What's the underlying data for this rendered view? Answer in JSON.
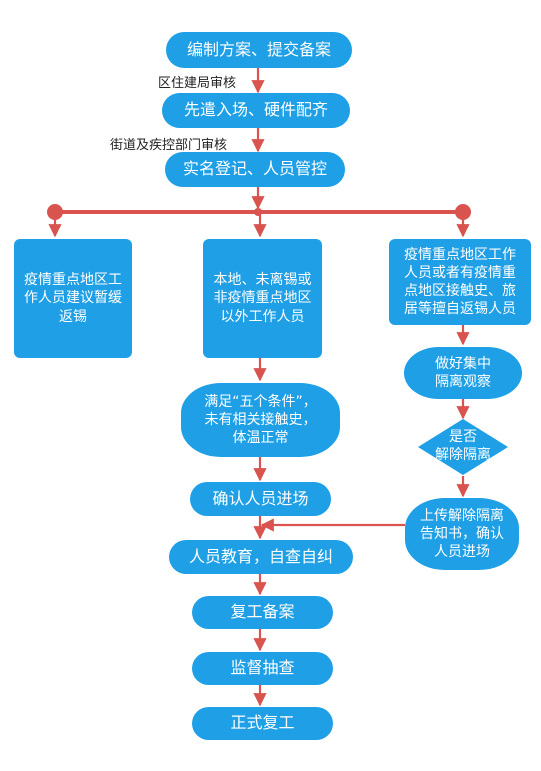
{
  "colors": {
    "node_fill": "#1e9fe6",
    "node_text": "#ffffff",
    "connector": "#d9534f"
  },
  "steps": {
    "s1": "编制方案、提交备案",
    "s2": "先遣入场、硬件配齐",
    "s3": "实名登记、人员管控"
  },
  "edge_labels": {
    "review1": "区住建局审核",
    "review2": "街道及疾控部门审核"
  },
  "branches": {
    "left": "疫情重点地区工\n作人员建议暂缓\n返锡",
    "middle": "本地、未离锡或\n非疫情重点地区\n以外工作人员",
    "right": "疫情重点地区工作\n人员或者有疫情重\n点地区接触史、旅\n居等擅自返锡人员"
  },
  "middle_flow": {
    "conditions": "满足“五个条件”，\n未有相关接触史，\n体温正常",
    "confirm": "确认人员进场"
  },
  "right_flow": {
    "quarantine": "做好集中\n隔离观察",
    "decision": "是否\n解除隔离",
    "upload": "上传解除隔离\n告知书，确认\n人员进场"
  },
  "final_steps": {
    "education": "人员教育，自查自纠",
    "filing": "复工备案",
    "inspection": "监督抽查",
    "resume": "正式复工"
  }
}
